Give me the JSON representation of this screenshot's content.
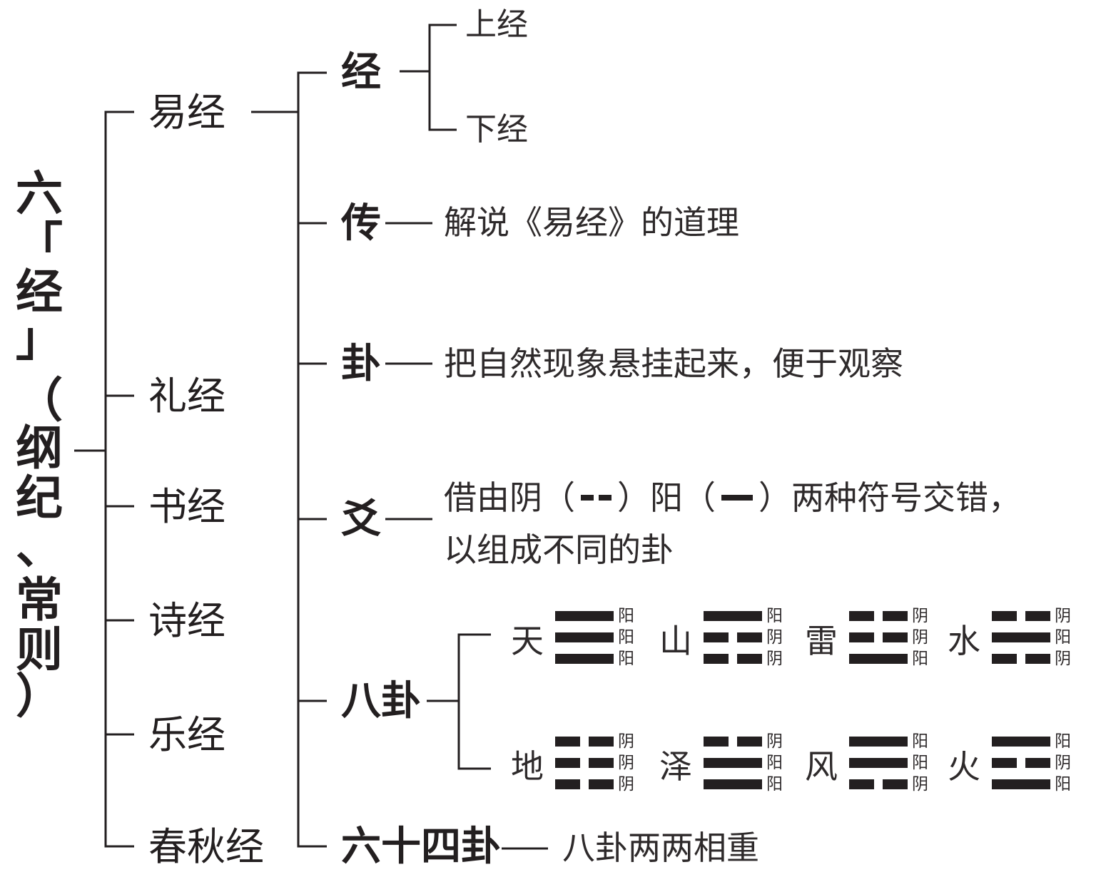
{
  "root": {
    "chars": [
      "六",
      "「",
      "经",
      "」",
      "（",
      "纲",
      "纪",
      "、",
      "常",
      "则",
      "）"
    ]
  },
  "classics": {
    "yi": "易经",
    "li": "礼经",
    "shu": "书经",
    "shi": "诗经",
    "yue": "乐经",
    "chunqiu": "春秋经"
  },
  "yijing": {
    "jing": {
      "label": "经",
      "upper": "上经",
      "lower": "下经"
    },
    "zhuan": {
      "label": "传",
      "desc": "解说《易经》的道理"
    },
    "gua": {
      "label": "卦",
      "desc": "把自然现象悬挂起来，便于观察"
    },
    "yao": {
      "label": "爻",
      "desc_p1": "借由阴（",
      "desc_p2": "）阳（",
      "desc_p3": "）两种符号交错，",
      "desc_line2": "以组成不同的卦"
    },
    "bagua": {
      "label": "八卦"
    },
    "sixtyfour": {
      "label": "六十四卦",
      "desc": "八卦两两相重"
    }
  },
  "trigrams": [
    {
      "name": "天",
      "lines": [
        "阳",
        "阳",
        "阳"
      ]
    },
    {
      "name": "山",
      "lines": [
        "阳",
        "阴",
        "阴"
      ]
    },
    {
      "name": "雷",
      "lines": [
        "阴",
        "阴",
        "阳"
      ]
    },
    {
      "name": "水",
      "lines": [
        "阴",
        "阳",
        "阴"
      ]
    },
    {
      "name": "地",
      "lines": [
        "阴",
        "阴",
        "阴"
      ]
    },
    {
      "name": "泽",
      "lines": [
        "阴",
        "阳",
        "阳"
      ]
    },
    {
      "name": "风",
      "lines": [
        "阳",
        "阳",
        "阴"
      ]
    },
    {
      "name": "火",
      "lines": [
        "阳",
        "阴",
        "阳"
      ]
    }
  ],
  "colors": {
    "ink": "#231f20",
    "text_light": "#2e2a2b",
    "background": "#ffffff"
  }
}
